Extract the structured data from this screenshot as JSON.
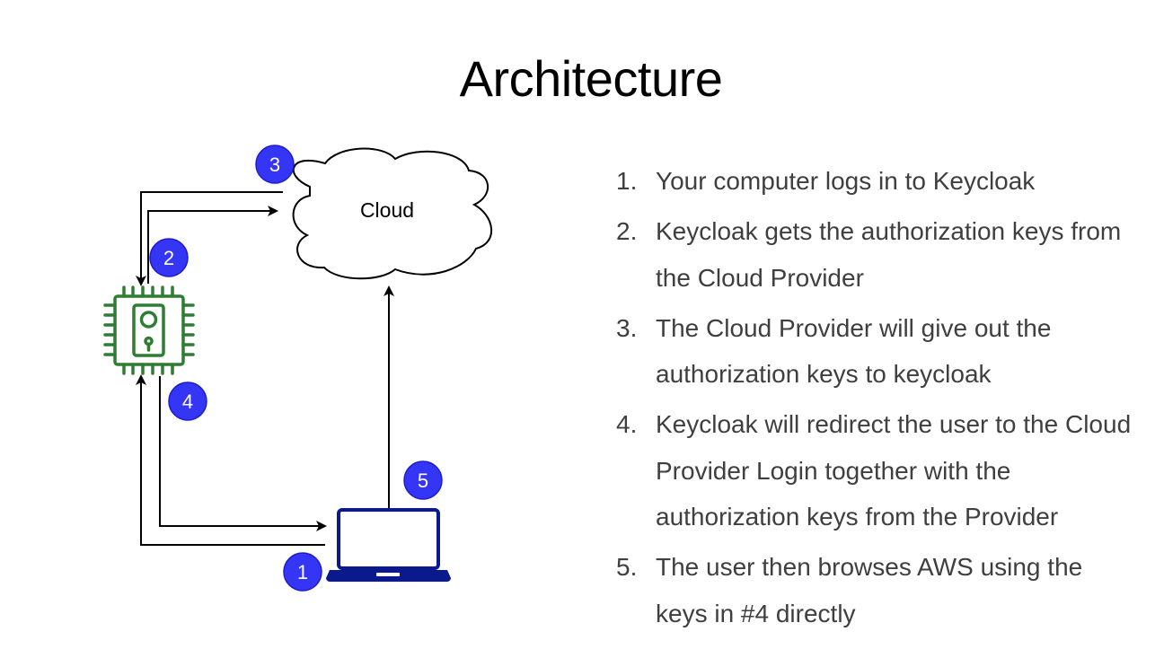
{
  "slide": {
    "title": "Architecture"
  },
  "diagram": {
    "cloud_label": "Cloud",
    "badges": [
      "1",
      "2",
      "3",
      "4",
      "5"
    ],
    "colors": {
      "badge_fill": "#3535f5",
      "badge_stroke": "#1c1ccf",
      "chip_green": "#2e7d32",
      "laptop_navy": "#0a1a8c",
      "arrow": "#000000"
    },
    "icons": [
      "cloud-icon",
      "keycloak-chip-icon",
      "laptop-icon"
    ]
  },
  "steps": [
    {
      "num": "1.",
      "text": "Your computer logs in to Keycloak"
    },
    {
      "num": "2.",
      "text": "Keycloak gets the authorization keys from the Cloud Provider"
    },
    {
      "num": "3.",
      "text": "The Cloud Provider will give out the authorization keys to keycloak"
    },
    {
      "num": "4.",
      "text": "Keycloak will redirect the user to the Cloud Provider Login together with the authorization keys from the Provider"
    },
    {
      "num": "5.",
      "text": "The user then browses AWS using the keys in #4 directly"
    }
  ]
}
